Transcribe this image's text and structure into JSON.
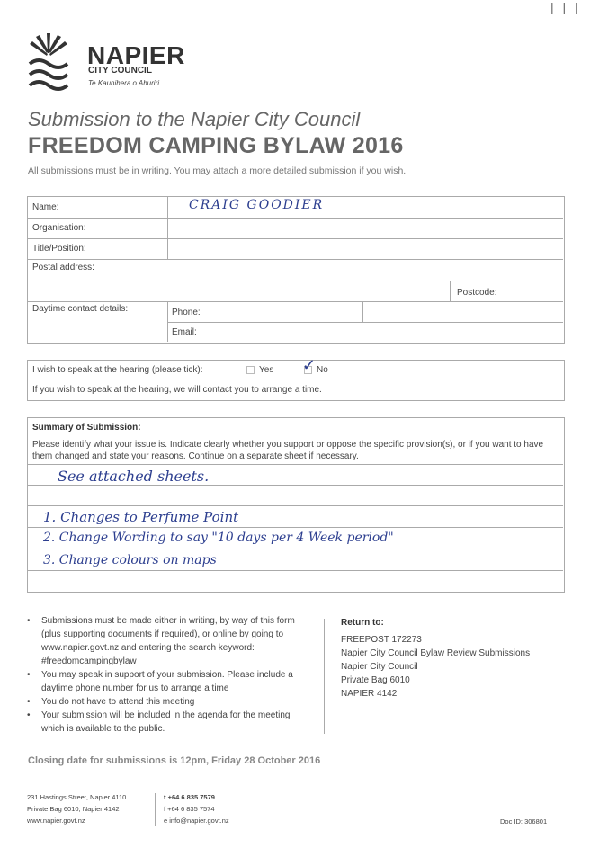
{
  "header": {
    "corner_mark": "| | |",
    "logo_name": "NAPIER",
    "logo_sub": "CITY COUNCIL",
    "logo_maori": "Te Kaunihera o Ahuriri"
  },
  "title": {
    "line1": "Submission to the Napier City Council",
    "line2": "FREEDOM CAMPING BYLAW 2016",
    "intro": "All submissions must be in writing. You may attach a more detailed submission if you wish."
  },
  "form": {
    "name_label": "Name:",
    "name_value": "CRAIG GOODIER",
    "organisation_label": "Organisation:",
    "title_label": "Title/Position:",
    "postal_label": "Postal address:",
    "postcode_label": "Postcode:",
    "daytime_label": "Daytime contact details:",
    "phone_label": "Phone:",
    "email_label": "Email:"
  },
  "hearing": {
    "question": "I wish to speak at the hearing (please tick):",
    "yes_label": "Yes",
    "no_label": "No",
    "no_mark": "✓",
    "note": "If you wish to speak at the hearing, we will contact you to arrange a time."
  },
  "summary": {
    "heading": "Summary of Submission:",
    "instructions": "Please identify what your issue is. Indicate clearly whether you support or oppose the specific provision(s), or if you want to have them changed and state your reasons. Continue on a separate sheet if necessary.",
    "handwritten": [
      "See attached sheets.",
      "1. Changes to Perfume Point",
      "2. Change Wording to say \"10 days per 4 Week period\"",
      "3. Change colours on maps"
    ]
  },
  "info": {
    "bullets": [
      "Submissions must be made either in writing, by way of this form (plus supporting documents if required), or online by going to www.napier.govt.nz and entering the search keyword: #freedomcampingbylaw",
      "You may speak in support of your submission. Please include a daytime phone number for us to arrange a time",
      "You do not have to attend this meeting",
      "Your submission will be included in the agenda for the meeting which is available to the public."
    ],
    "return_heading": "Return to:",
    "return_lines": [
      "FREEPOST 172273",
      "Napier City Council Bylaw Review Submissions",
      "Napier City Council",
      "Private Bag 6010",
      "NAPIER 4142"
    ]
  },
  "closing": "Closing date for submissions is 12pm, Friday 28 October 2016",
  "footer": {
    "address1": "231 Hastings Street, Napier 4110",
    "address2": "Private Bag 6010, Napier 4142",
    "web": "www.napier.govt.nz",
    "phone": "t +64 6 835 7579",
    "fax": "f +64 6 835 7574",
    "email": "e info@napier.govt.nz",
    "doc_id": "Doc ID: 306801"
  }
}
